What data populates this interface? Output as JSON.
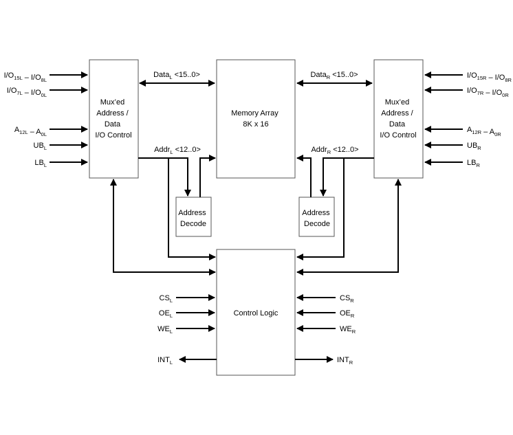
{
  "blocks": {
    "mux_left": [
      "Mux’ed",
      "Address /",
      "Data",
      "I/O Control"
    ],
    "mux_right": [
      "Mux’ed",
      "Address /",
      "Data",
      "I/O Control"
    ],
    "memory": [
      "Memory Array",
      "8K x 16"
    ],
    "decode_left": [
      "Address",
      "Decode"
    ],
    "decode_right": [
      "Address",
      "Decode"
    ],
    "control": "Control Logic"
  },
  "buses": {
    "data_left": {
      "main": "Data",
      "sub": "L",
      "rest": " <15..0>"
    },
    "data_right": {
      "main": "Data",
      "sub": "R",
      "rest": " <15..0>"
    },
    "addr_left": {
      "main": "Addr",
      "sub": "L",
      "rest": " <12..0>"
    },
    "addr_right": {
      "main": "Addr",
      "sub": "R",
      "rest": " <12..0>"
    }
  },
  "signals_left": {
    "io_high": [
      [
        "I/O",
        "15L"
      ],
      [
        " – I/O",
        "8L"
      ]
    ],
    "io_low": [
      [
        "I/O",
        "7L"
      ],
      [
        " – I/O",
        "0L"
      ]
    ],
    "addr": [
      [
        "A",
        "12L"
      ],
      [
        " – A",
        "0L"
      ]
    ],
    "ub": [
      [
        "UB",
        "L"
      ]
    ],
    "lb": [
      [
        "LB",
        "L"
      ]
    ],
    "cs": [
      [
        "CS",
        "L"
      ]
    ],
    "oe": [
      [
        "OE",
        "L"
      ]
    ],
    "we": [
      [
        "WE",
        "L"
      ]
    ],
    "int": [
      [
        "INT",
        "L"
      ]
    ]
  },
  "signals_right": {
    "io_high": [
      [
        "I/O",
        "15R"
      ],
      [
        " – I/O",
        "8R"
      ]
    ],
    "io_low": [
      [
        "I/O",
        "7R"
      ],
      [
        " – I/O",
        "0R"
      ]
    ],
    "addr": [
      [
        "A",
        "12R"
      ],
      [
        " – A",
        "0R"
      ]
    ],
    "ub": [
      [
        "UB",
        "R"
      ]
    ],
    "lb": [
      [
        "LB",
        "R"
      ]
    ],
    "cs": [
      [
        "CS",
        "R"
      ]
    ],
    "oe": [
      [
        "OE",
        "R"
      ]
    ],
    "we": [
      [
        "WE",
        "R"
      ]
    ],
    "int": [
      [
        "INT",
        "R"
      ]
    ]
  }
}
